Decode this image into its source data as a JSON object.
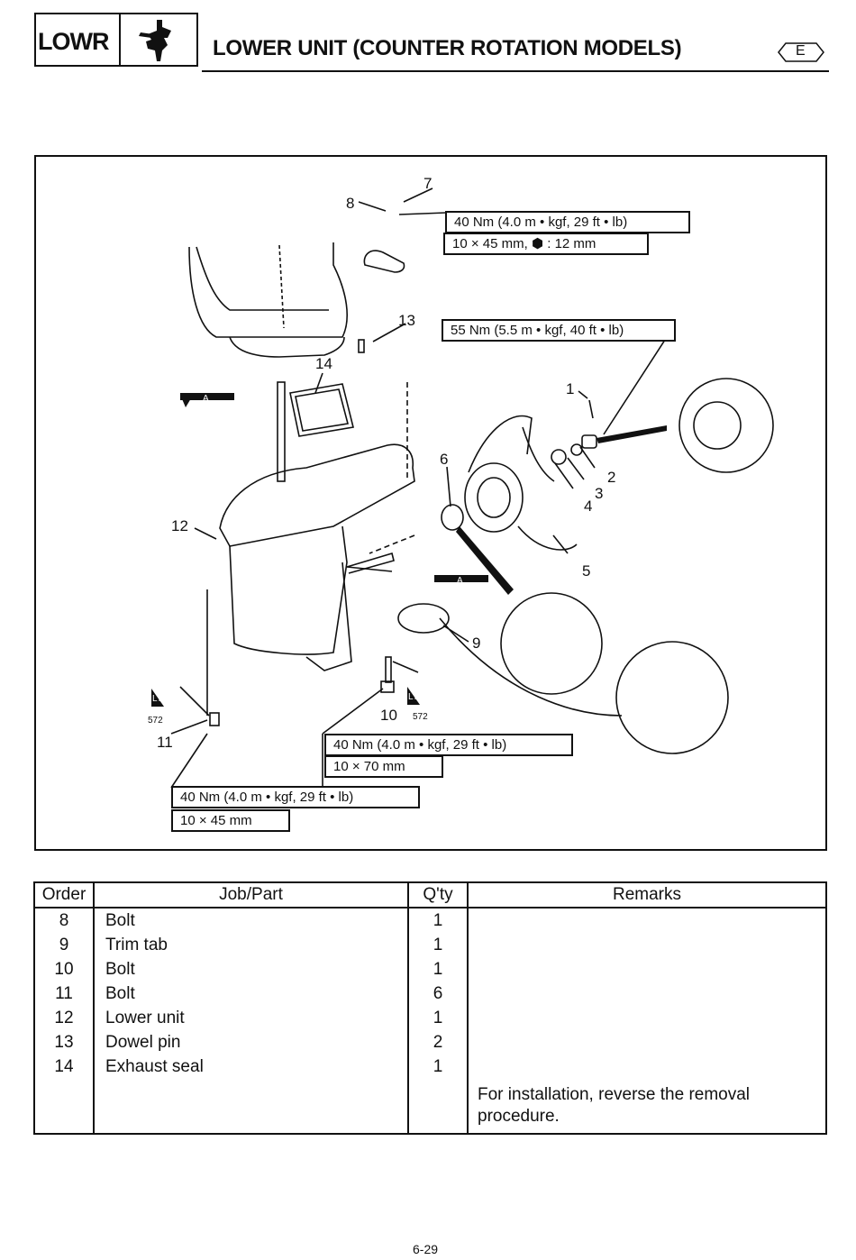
{
  "header": {
    "section_code": "LOWR",
    "section_icon": "outboard-motor-icon",
    "title": "LOWER UNIT (COUNTER ROTATION MODELS)",
    "language_badge": "E"
  },
  "figure": {
    "specs": {
      "bolt8_torque": "40 Nm (4.0 m • kgf, 29 ft • lb)",
      "bolt8_size": "10 × 45 mm,",
      "bolt8_wrench": ": 12 mm",
      "propnut_torque": "55 Nm (5.5 m • kgf, 40 ft • lb)",
      "bolt10_torque": "40 Nm (4.0 m • kgf, 29 ft • lb)",
      "bolt10_size": "10 × 70 mm",
      "bolt11_torque": "40 Nm (4.0 m • kgf, 29 ft • lb)",
      "bolt11_size": "10 × 45 mm"
    },
    "callouts": [
      "1",
      "2",
      "3",
      "4",
      "5",
      "6",
      "7",
      "8",
      "9",
      "10",
      "11",
      "12",
      "13",
      "14"
    ],
    "lubricant_code": "A",
    "locktite_label": "LT",
    "locktite_number": "572"
  },
  "table": {
    "headers": {
      "order": "Order",
      "job": "Job/Part",
      "qty": "Q'ty",
      "remarks": "Remarks"
    },
    "rows": [
      {
        "order": "8",
        "job": "Bolt",
        "qty": "1",
        "remarks": ""
      },
      {
        "order": "9",
        "job": "Trim tab",
        "qty": "1",
        "remarks": ""
      },
      {
        "order": "10",
        "job": "Bolt",
        "qty": "1",
        "remarks": ""
      },
      {
        "order": "11",
        "job": "Bolt",
        "qty": "6",
        "remarks": ""
      },
      {
        "order": "12",
        "job": "Lower unit",
        "qty": "1",
        "remarks": ""
      },
      {
        "order": "13",
        "job": "Dowel pin",
        "qty": "2",
        "remarks": ""
      },
      {
        "order": "14",
        "job": "Exhaust seal",
        "qty": "1",
        "remarks": ""
      }
    ],
    "note_line1": "For installation, reverse the removal",
    "note_line2": "procedure."
  },
  "page_number": "6-29"
}
